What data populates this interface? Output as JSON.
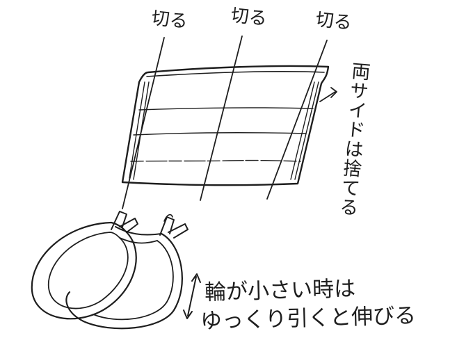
{
  "cut_labels": [
    "切る",
    "切る",
    "切る"
  ],
  "side_note": "両サイドは捨てる",
  "bottom_note": {
    "line1": "輪が小さい時は",
    "line2": "ゆっくり引くと伸びる"
  }
}
